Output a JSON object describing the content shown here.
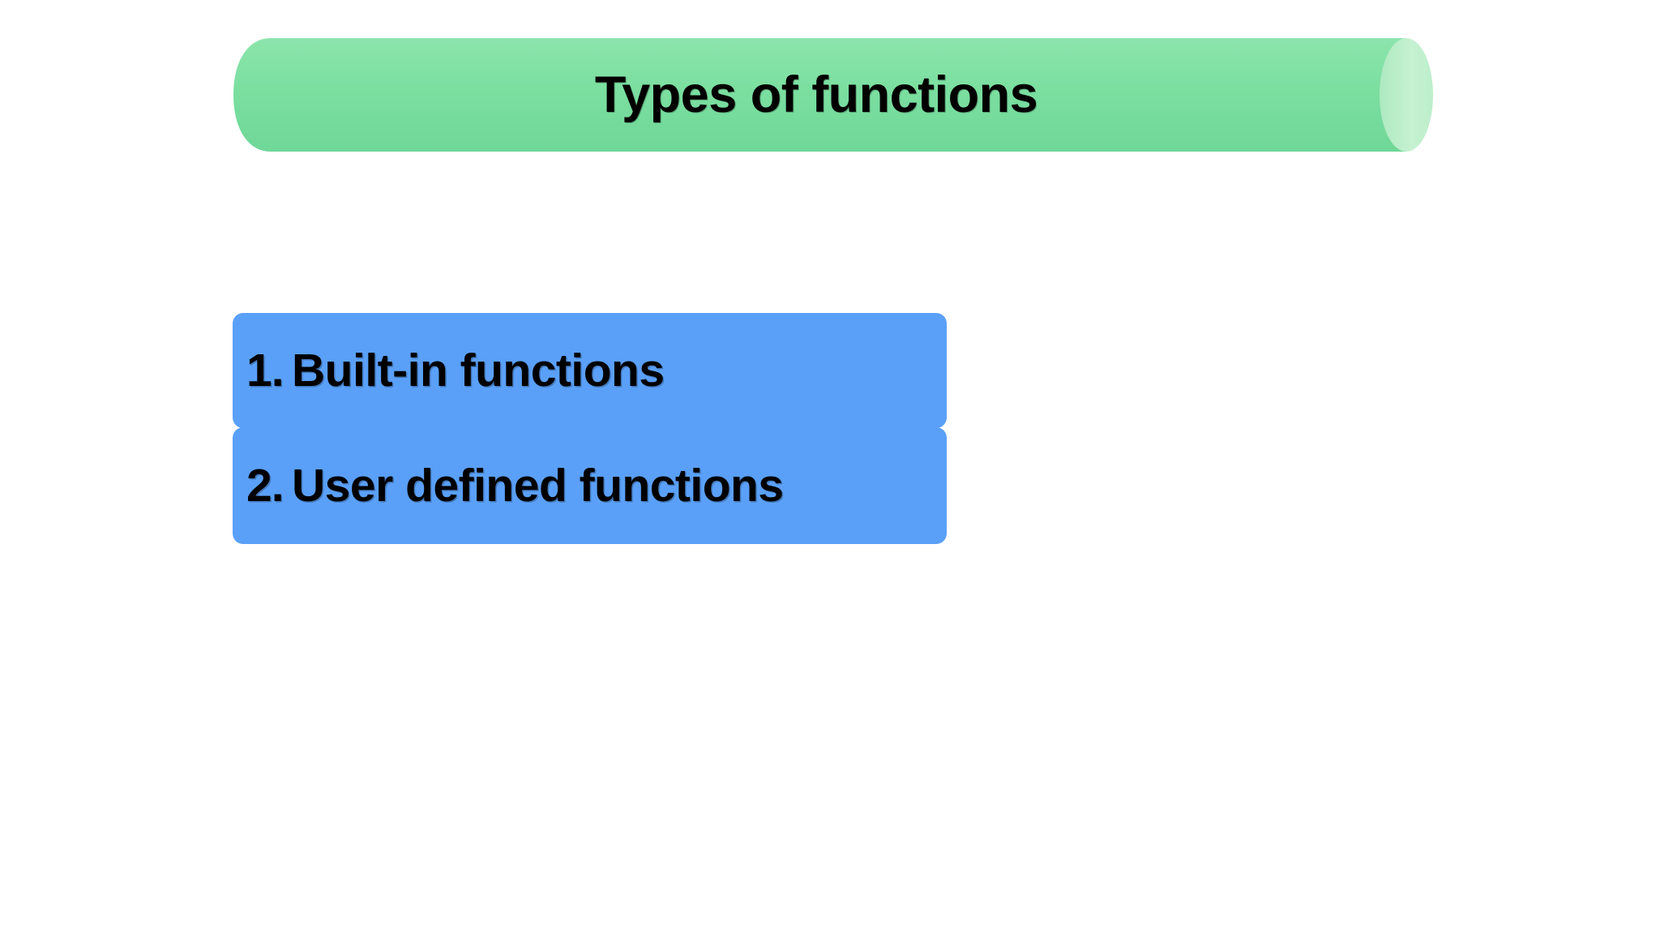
{
  "slide": {
    "background_color": "#ffffff",
    "title": {
      "text": "Types of functions",
      "shape": "cylinder-banner",
      "body_color": "#7BDFA0",
      "cap_color": "#BFEFCB",
      "text_color": "#000000"
    },
    "list": {
      "box_color": "#5AA0F8",
      "text_color": "#000000",
      "items": [
        {
          "marker": "1.",
          "label": "Built-in functions"
        },
        {
          "marker": "2.",
          "label": "User defined functions"
        }
      ]
    }
  }
}
